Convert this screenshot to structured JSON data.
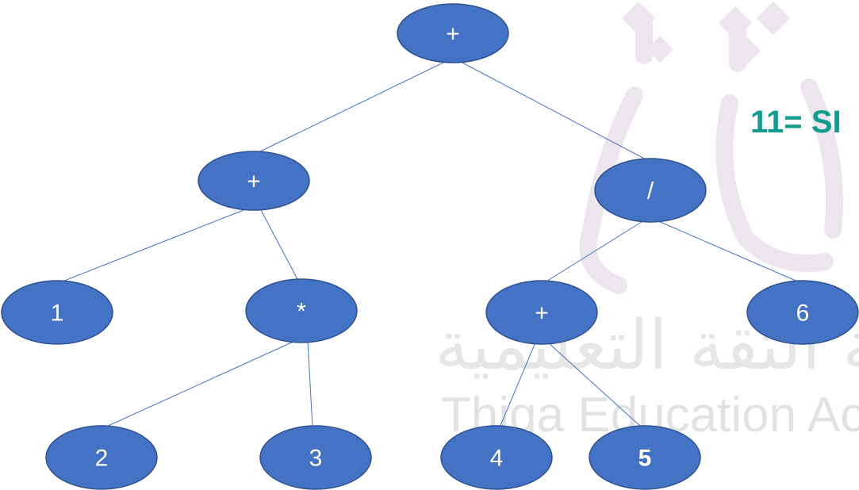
{
  "tree": {
    "nodes": [
      {
        "id": "n0",
        "label": "+"
      },
      {
        "id": "n1",
        "label": "+"
      },
      {
        "id": "n2",
        "label": "/"
      },
      {
        "id": "n3",
        "label": "1"
      },
      {
        "id": "n4",
        "label": "*"
      },
      {
        "id": "n5",
        "label": "+"
      },
      {
        "id": "n6",
        "label": "6"
      },
      {
        "id": "n7",
        "label": "2"
      },
      {
        "id": "n8",
        "label": "3"
      },
      {
        "id": "n9",
        "label": "4"
      },
      {
        "id": "n10",
        "label": "5"
      }
    ],
    "edges": [
      [
        "n0",
        "n1"
      ],
      [
        "n0",
        "n2"
      ],
      [
        "n1",
        "n3"
      ],
      [
        "n1",
        "n4"
      ],
      [
        "n2",
        "n5"
      ],
      [
        "n2",
        "n6"
      ],
      [
        "n4",
        "n7"
      ],
      [
        "n4",
        "n8"
      ],
      [
        "n5",
        "n9"
      ],
      [
        "n5",
        "n10"
      ]
    ]
  },
  "annotation": {
    "text": "11= SI"
  },
  "watermark": {
    "arabic": "أكاديمية الثقة التعليمية",
    "latin": "Thiqa Education Academy"
  },
  "colors": {
    "node_fill": "#4472c4",
    "edge": "#4472c4",
    "annotation": "#119c8e"
  }
}
